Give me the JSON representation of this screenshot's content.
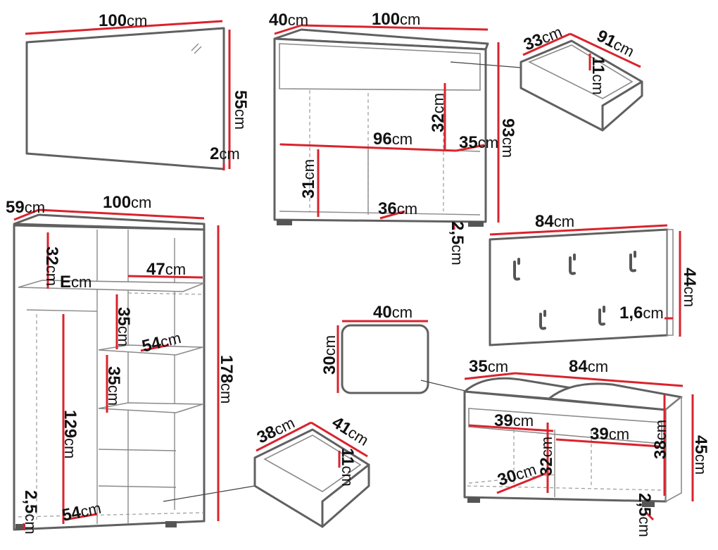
{
  "unit": "cm",
  "mirror": {
    "width": "100",
    "height": "55",
    "depth": "2"
  },
  "sideboard": {
    "depth": "40",
    "width": "100",
    "height": "93",
    "front_height": "32",
    "inner_width": "96",
    "inner_depth": "35",
    "shelf_height": "31",
    "compartment_width": "36",
    "foot_height": "2,5"
  },
  "sideboard_drawer": {
    "depth": "33",
    "width": "91",
    "height": "11"
  },
  "wardrobe": {
    "depth": "59",
    "width": "100",
    "top_height": "32",
    "marker": "E",
    "shelf_width": "47",
    "shelf_height_upper": "35",
    "shelf_depth": "54",
    "shelf_height_lower": "35",
    "rail_height": "129",
    "height": "178",
    "foot_height": "2,5",
    "bottom_depth": "54"
  },
  "wardrobe_drawer": {
    "depth": "38",
    "width": "41",
    "height": "11"
  },
  "hook_panel": {
    "width": "84",
    "height": "44",
    "thickness": "1,6"
  },
  "cushion": {
    "width": "40",
    "depth": "30"
  },
  "bench": {
    "depth": "35",
    "width": "84",
    "drawer_width_left": "39",
    "drawer_width_right": "39",
    "inner_height_center": "32",
    "inner_height_right": "38",
    "inner_depth": "30",
    "height": "45",
    "foot_height": "2,5"
  }
}
